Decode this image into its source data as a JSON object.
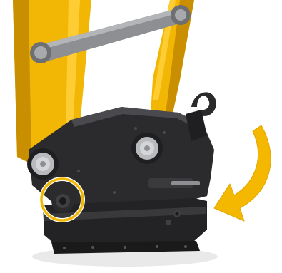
{
  "illustration": {
    "subject": "excavator-arm-with-quick-coupler",
    "colors": {
      "arm_yellow": "#F2B705",
      "arm_yellow_shade": "#C98F00",
      "arm_yellow_highlight": "#FFD23F",
      "coupler_body": "#2B2B2D",
      "coupler_shade": "#1A1A1B",
      "coupler_highlight": "#4A4A4E",
      "link_rod": "#8E8F93",
      "pin_steel": "#B9BABD",
      "highlight_ring": "#F2B705",
      "arrow_fill": "#F5B800",
      "arrow_outline": "#FFFFFF",
      "background": "#FFFFFF"
    },
    "callouts": {
      "highlight_ring": "pivot-pin-circle",
      "arrow": "curved-rotation-arrow"
    }
  }
}
